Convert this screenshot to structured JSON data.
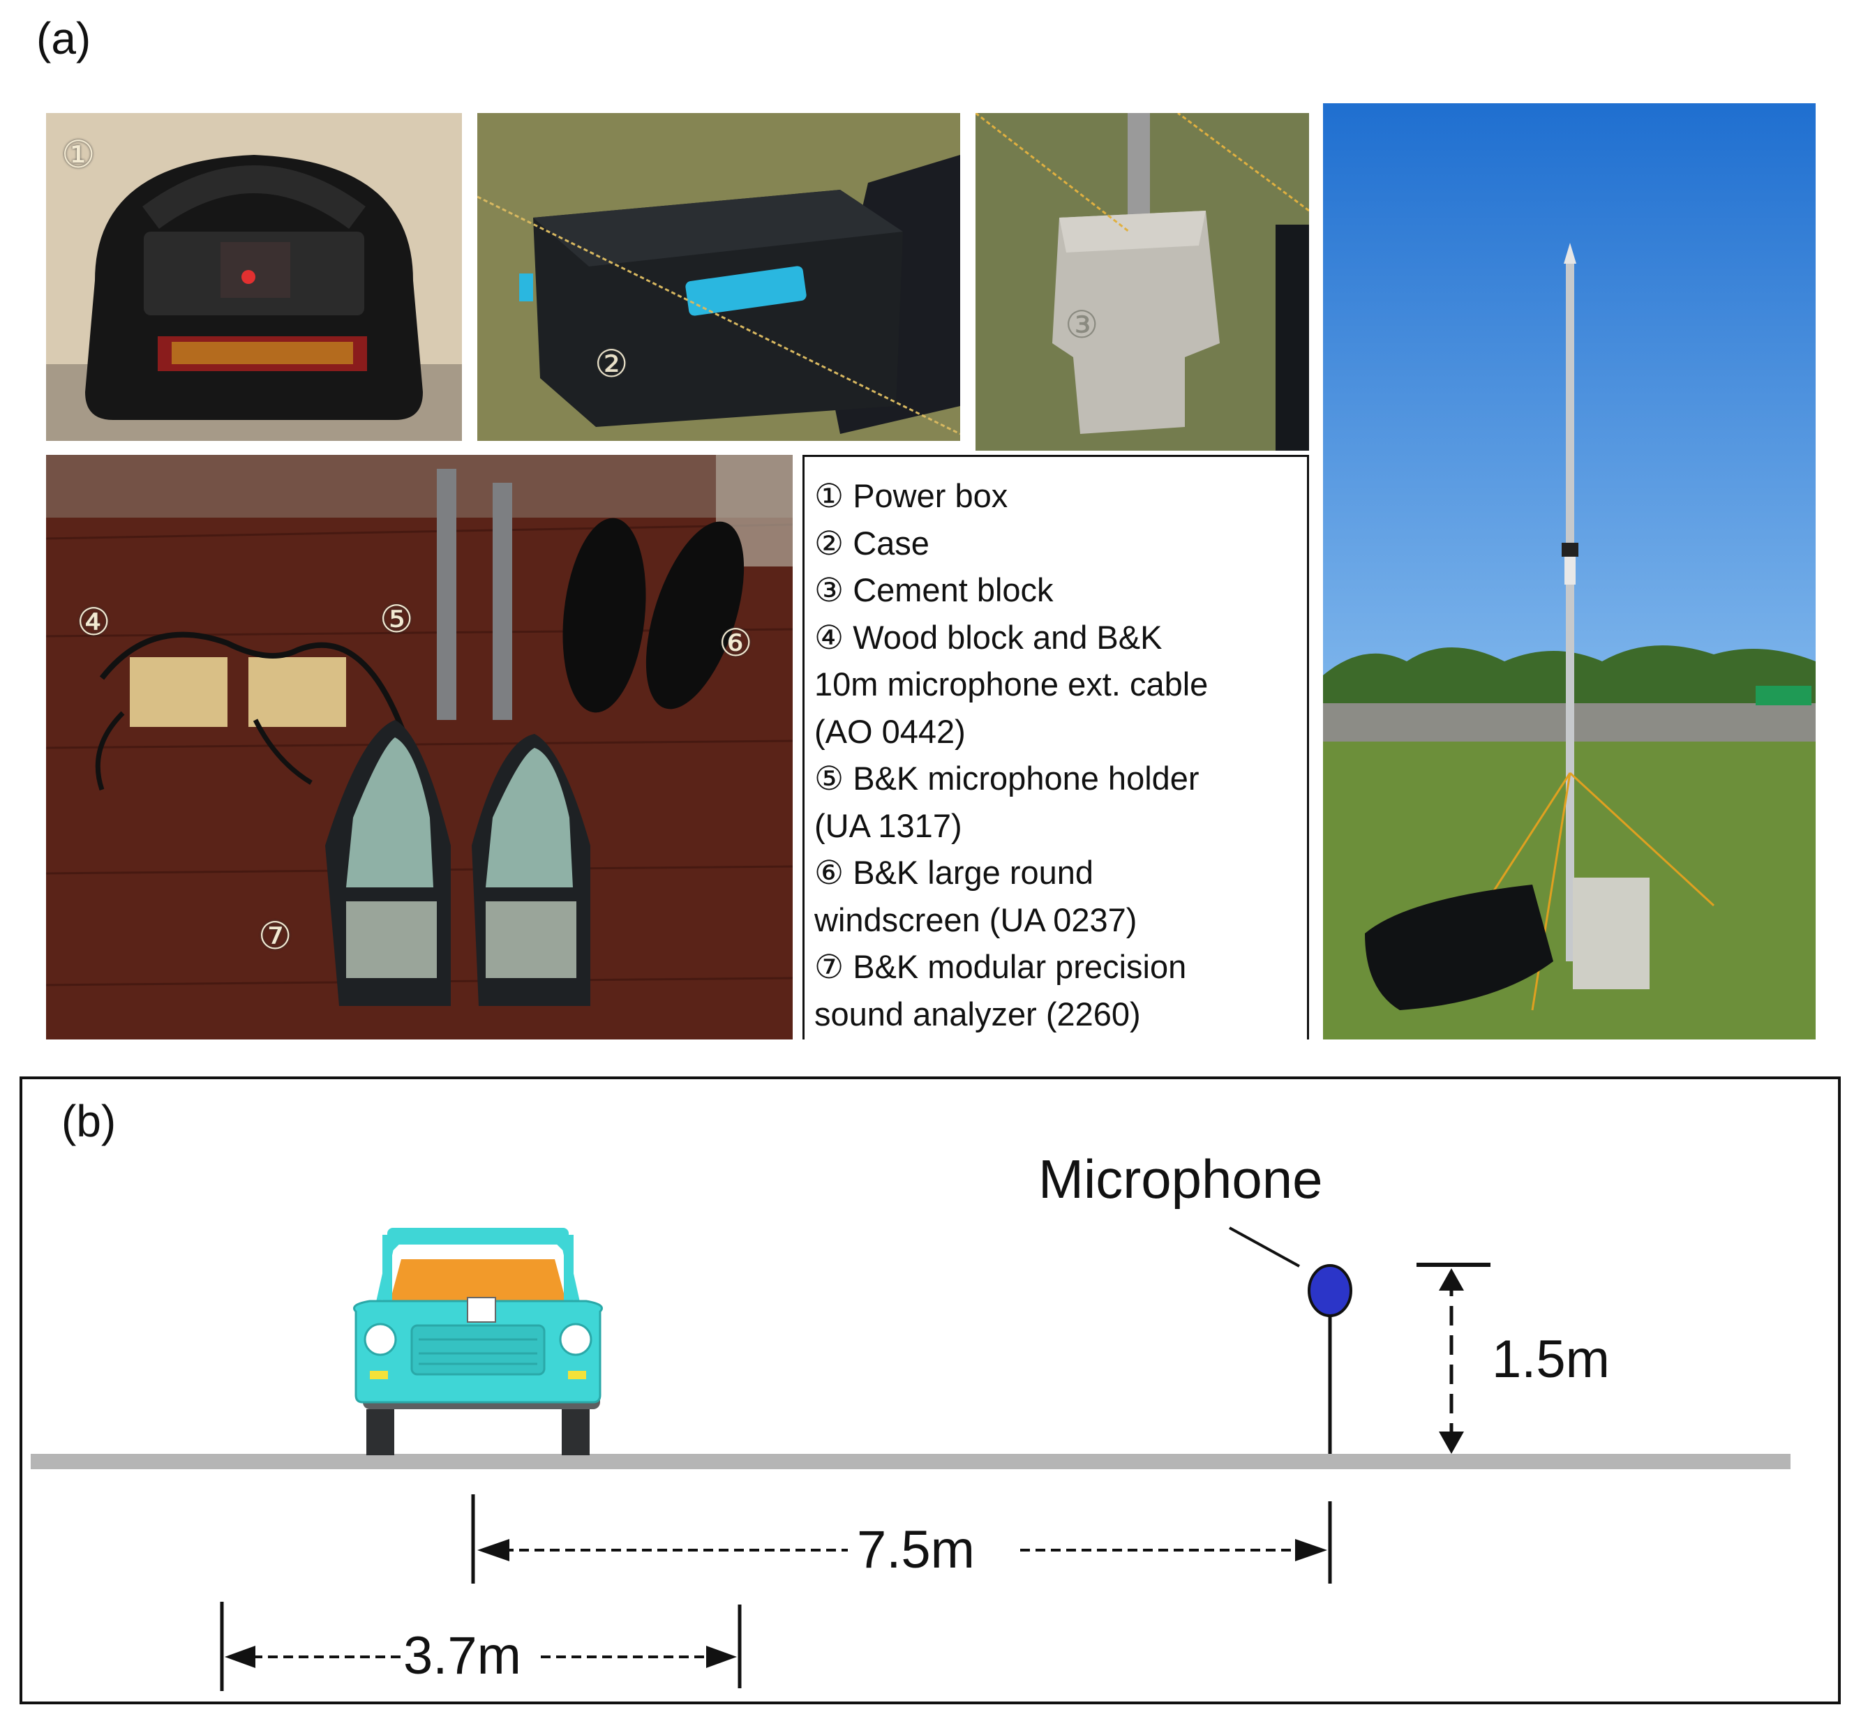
{
  "panel_a": {
    "label": "(a)",
    "photo_numbers": {
      "power_box": "①",
      "case": "②",
      "cement_block": "③",
      "wood_block": "④",
      "mic_holder": "⑤",
      "windscreen": "⑥",
      "analyzer": "⑦"
    },
    "legend": [
      "① Power box",
      "② Case",
      "③ Cement block",
      "④ Wood block and B&K",
      "10m microphone ext. cable",
      "(AO 0442)",
      "⑤ B&K microphone holder",
      "(UA 1317)",
      "⑥ B&K large round",
      "windscreen (UA 0237)",
      "⑦ B&K modular precision",
      "sound analyzer (2260)"
    ]
  },
  "panel_b": {
    "label": "(b)",
    "microphone_label": "Microphone",
    "height_label": "1.5m",
    "distance_label": "7.5m",
    "lane_label": "3.7m"
  },
  "colors": {
    "car_body": "#3fd6d6",
    "microphone": "#2b35c8",
    "road": "#b5b5b5",
    "sky": "#2f7fd8",
    "grass": "#6c8f3a",
    "wood_table": "#5a2318"
  }
}
